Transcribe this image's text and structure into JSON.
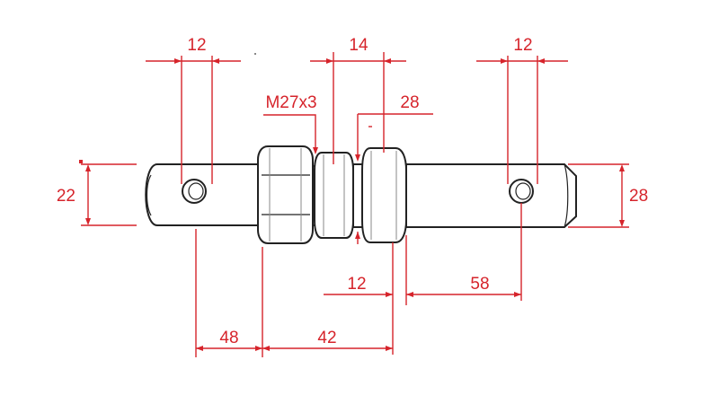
{
  "drawing": {
    "colors": {
      "dimension": "#d6242b",
      "outline": "#222222"
    },
    "labels": {
      "hole_left_width": "12",
      "nut_width": "14",
      "hole_right_width": "12",
      "thread": "M27x3",
      "collar_diameter": "28",
      "left_shaft_diameter": "22",
      "right_shaft_diameter": "28",
      "collar_to_hole": "58",
      "collar_width": "12",
      "left_length": "48",
      "nut_to_collar": "42"
    }
  }
}
